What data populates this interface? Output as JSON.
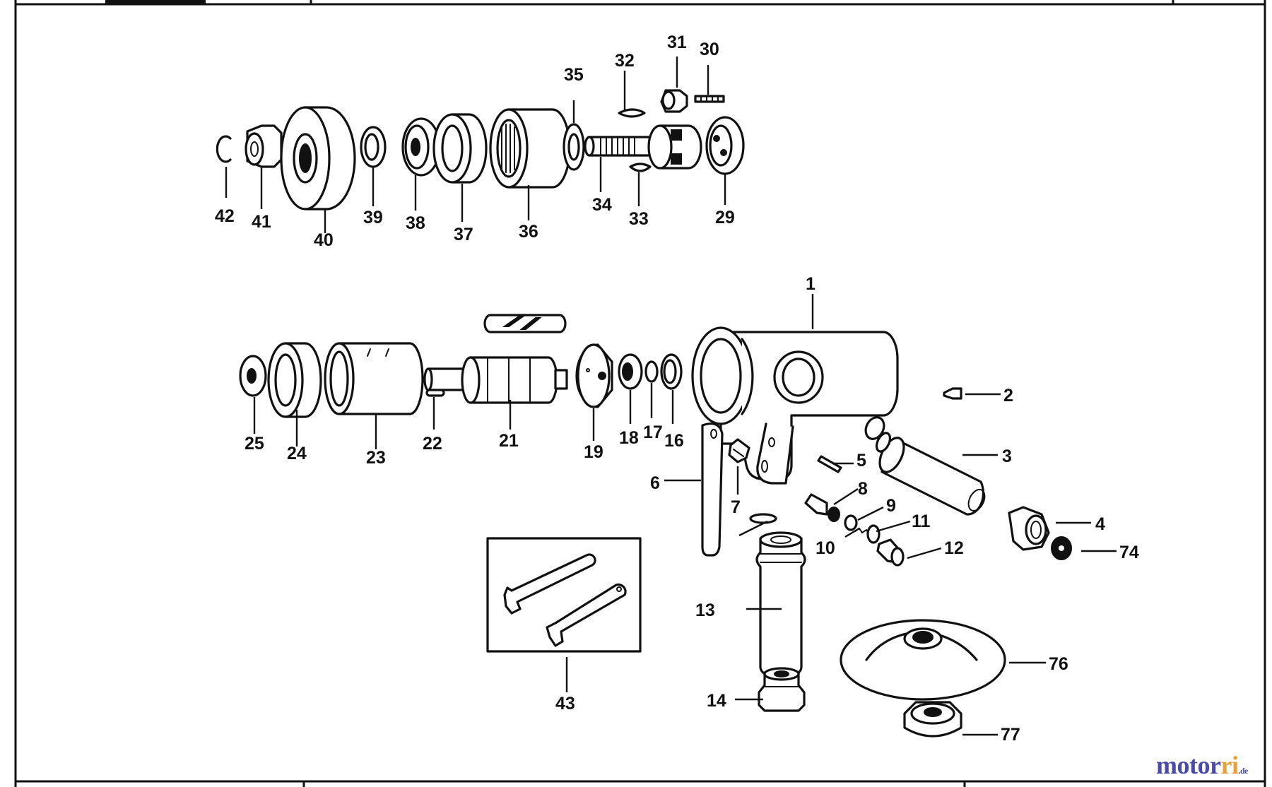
{
  "watermark": {
    "part1": "motor",
    "part2": "ri",
    "suffix": ".de"
  },
  "parts": [
    {
      "id": "p1",
      "label": "1"
    },
    {
      "id": "p2",
      "label": "2"
    },
    {
      "id": "p3",
      "label": "3"
    },
    {
      "id": "p4",
      "label": "4"
    },
    {
      "id": "p5",
      "label": "5"
    },
    {
      "id": "p6",
      "label": "6"
    },
    {
      "id": "p7",
      "label": "7"
    },
    {
      "id": "p8",
      "label": "8"
    },
    {
      "id": "p9",
      "label": "9"
    },
    {
      "id": "p10",
      "label": "10"
    },
    {
      "id": "p11",
      "label": "11"
    },
    {
      "id": "p12",
      "label": "12"
    },
    {
      "id": "p13",
      "label": "13"
    },
    {
      "id": "p14",
      "label": "14"
    },
    {
      "id": "p16",
      "label": "16"
    },
    {
      "id": "p17",
      "label": "17"
    },
    {
      "id": "p18",
      "label": "18"
    },
    {
      "id": "p19",
      "label": "19"
    },
    {
      "id": "p21",
      "label": "21"
    },
    {
      "id": "p22",
      "label": "22"
    },
    {
      "id": "p23",
      "label": "23"
    },
    {
      "id": "p24",
      "label": "24"
    },
    {
      "id": "p25",
      "label": "25"
    },
    {
      "id": "p29",
      "label": "29"
    },
    {
      "id": "p30",
      "label": "30"
    },
    {
      "id": "p31",
      "label": "31"
    },
    {
      "id": "p32",
      "label": "32"
    },
    {
      "id": "p33",
      "label": "33"
    },
    {
      "id": "p34",
      "label": "34"
    },
    {
      "id": "p35",
      "label": "35"
    },
    {
      "id": "p36",
      "label": "36"
    },
    {
      "id": "p37",
      "label": "37"
    },
    {
      "id": "p38",
      "label": "38"
    },
    {
      "id": "p39",
      "label": "39"
    },
    {
      "id": "p40",
      "label": "40"
    },
    {
      "id": "p41",
      "label": "41"
    },
    {
      "id": "p42",
      "label": "42"
    },
    {
      "id": "p43",
      "label": "43"
    },
    {
      "id": "p74",
      "label": "74"
    },
    {
      "id": "p76",
      "label": "76"
    },
    {
      "id": "p77",
      "label": "77"
    }
  ]
}
